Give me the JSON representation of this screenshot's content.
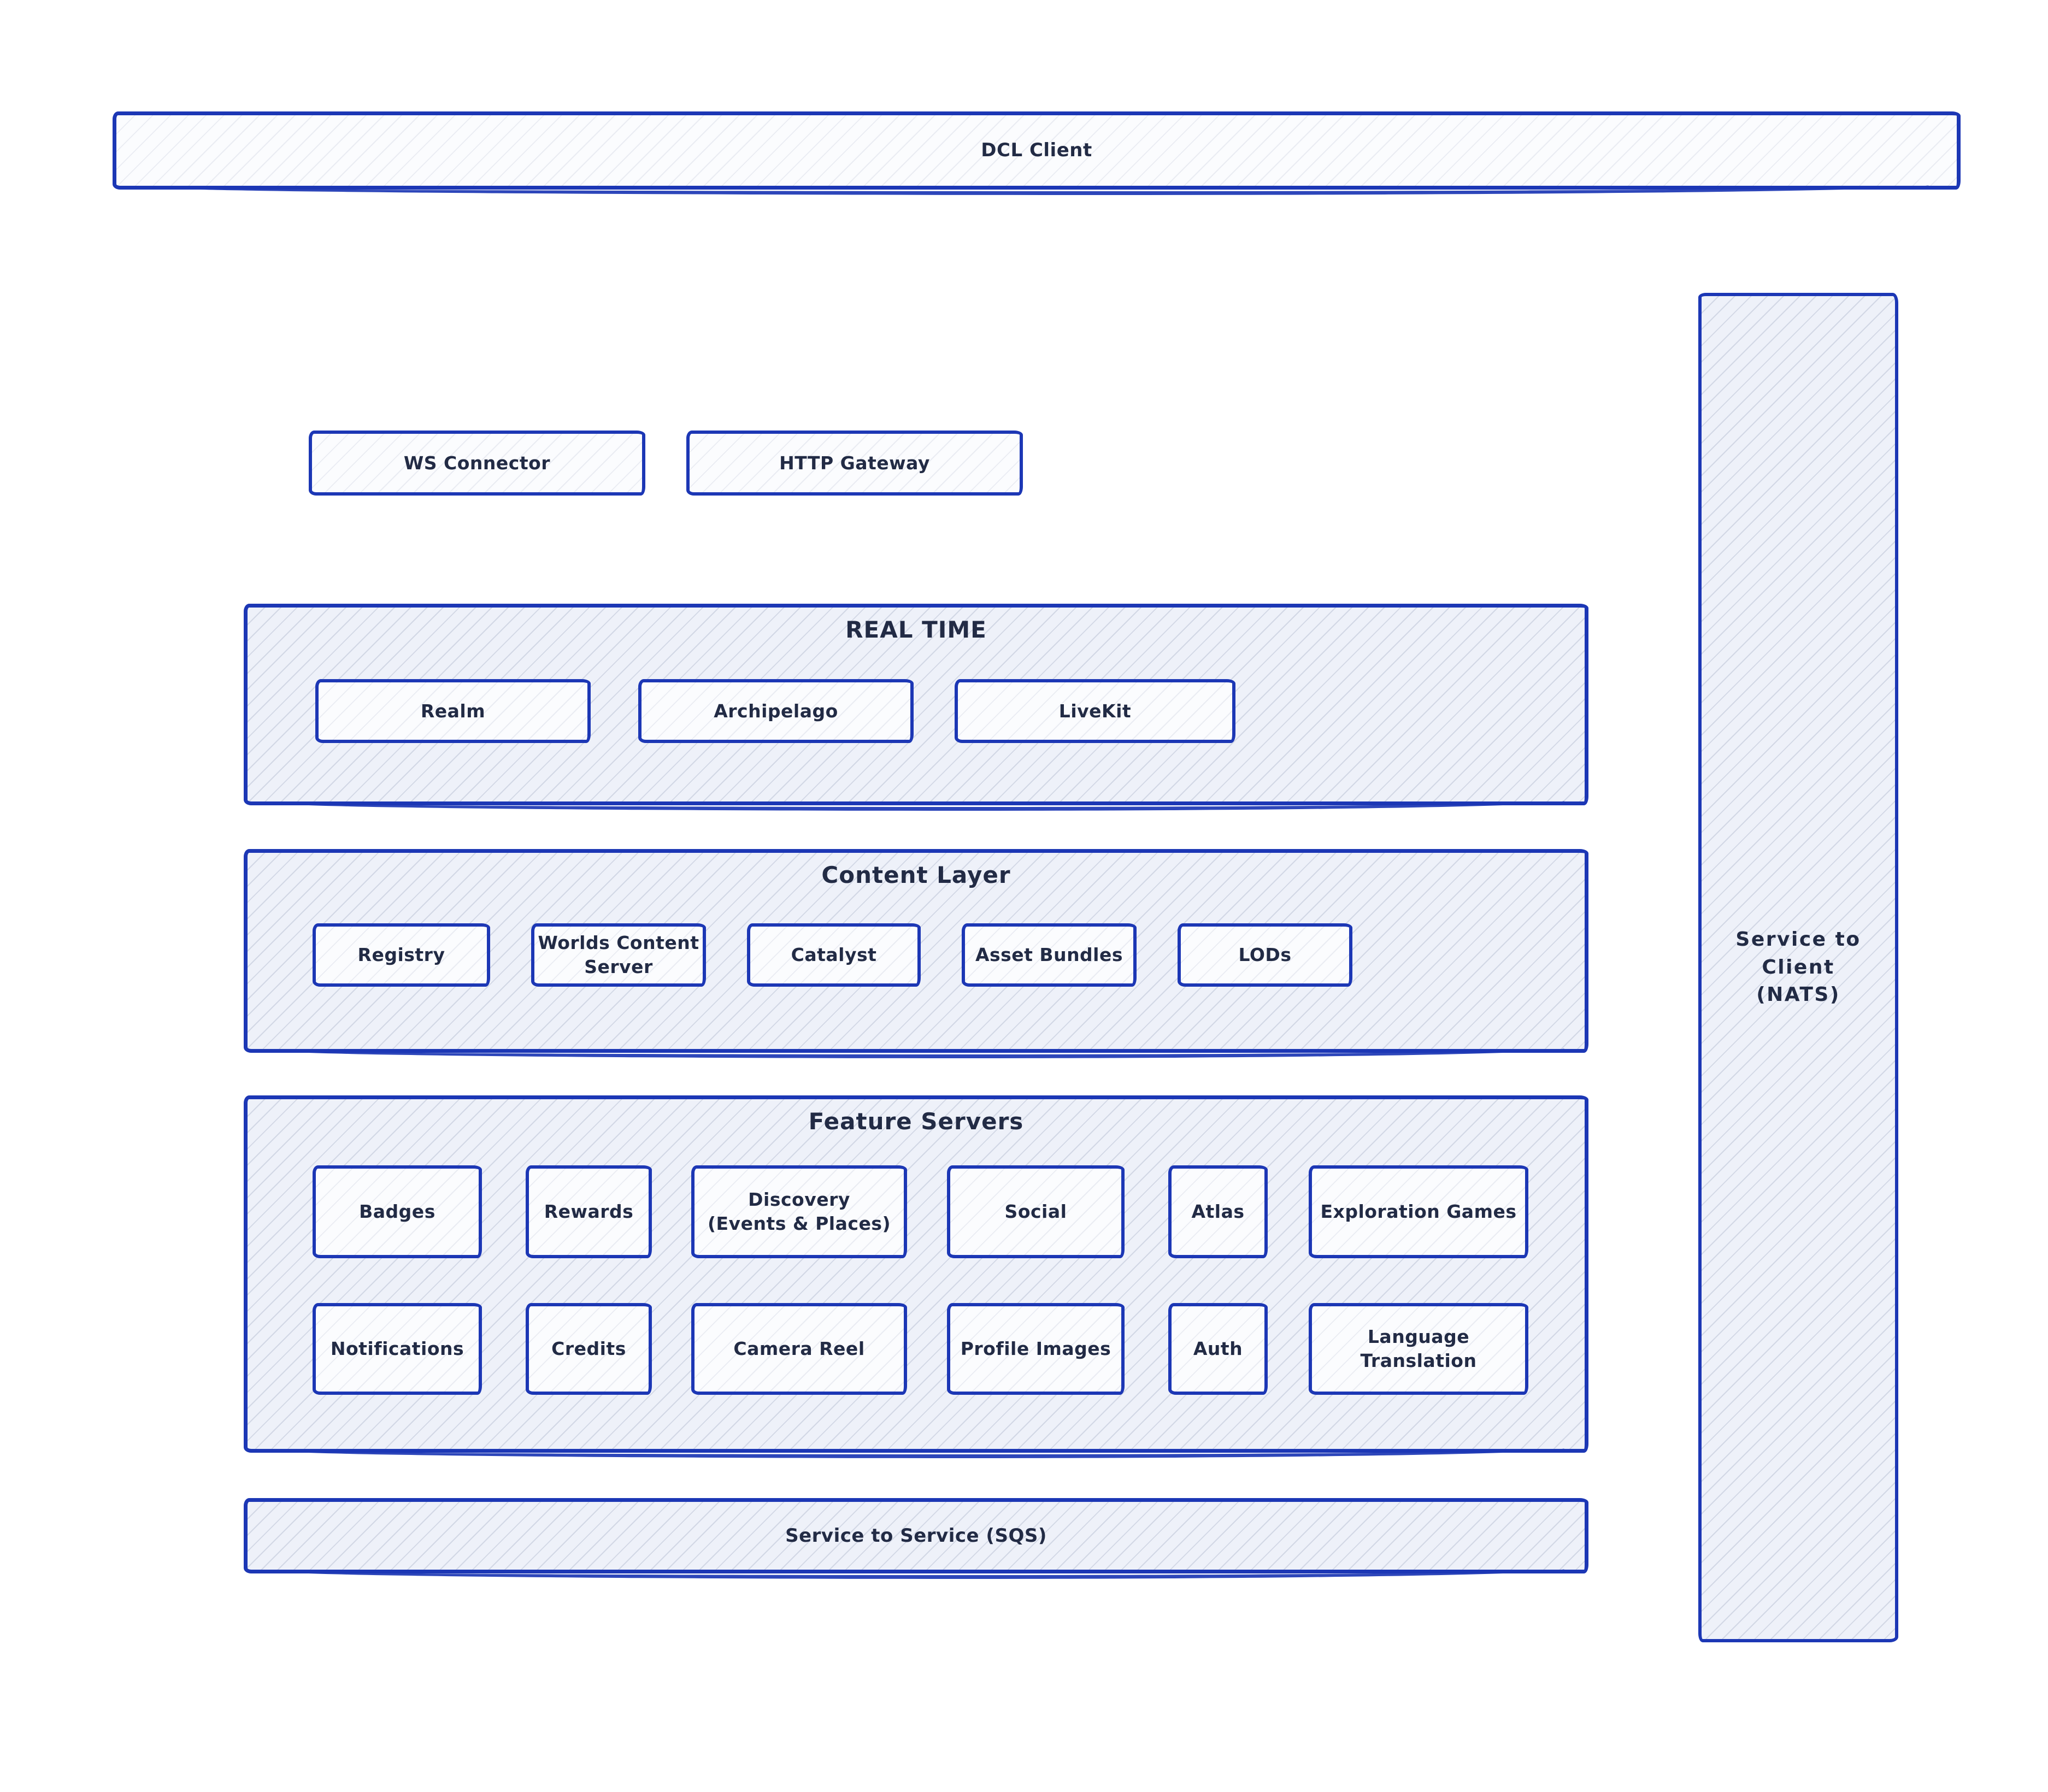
{
  "top_bar": {
    "label": "DCL Client"
  },
  "gateways": {
    "ws": "WS Connector",
    "http": "HTTP Gateway"
  },
  "real_time": {
    "title": "REAL TIME",
    "realm": "Realm",
    "archipelago": "Archipelago",
    "livekit": "LiveKit"
  },
  "content_layer": {
    "title": "Content Layer",
    "registry": "Registry",
    "worlds_content_server": "Worlds Content Server",
    "catalyst": "Catalyst",
    "asset_bundles": "Asset Bundles",
    "lods": "LODs"
  },
  "feature_servers": {
    "title": "Feature Servers",
    "badges": "Badges",
    "rewards": "Rewards",
    "discovery": "Discovery\n(Events & Places)",
    "social": "Social",
    "atlas": "Atlas",
    "exploration_games": "Exploration Games",
    "notifications": "Notifications",
    "credits": "Credits",
    "camera_reel": "Camera Reel",
    "profile_images": "Profile Images",
    "auth": "Auth",
    "language_translation": "Language\nTranslation"
  },
  "buses": {
    "service_to_service": "Service to Service (SQS)",
    "service_to_client": "Service to Client\n(NATS)"
  },
  "colors": {
    "stroke_blue": "#1c37b5",
    "text_ink": "#222b45",
    "container_fill": "#eef1f9",
    "box_fill": "#fbfcfe",
    "page_background": "#ffffff"
  }
}
